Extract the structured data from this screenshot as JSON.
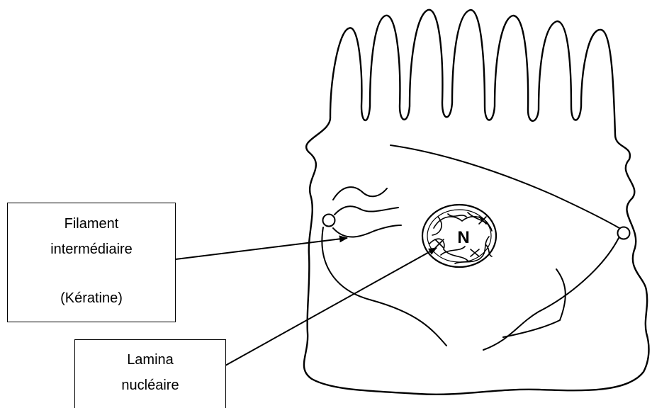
{
  "labels": {
    "intermediate_filament": {
      "line1": "Filament",
      "line2": "intermédiaire",
      "line3": "(Kératine)"
    },
    "nuclear_lamina": {
      "line1": "Lamina",
      "line2": "nucléaire"
    },
    "nucleus": "N"
  }
}
